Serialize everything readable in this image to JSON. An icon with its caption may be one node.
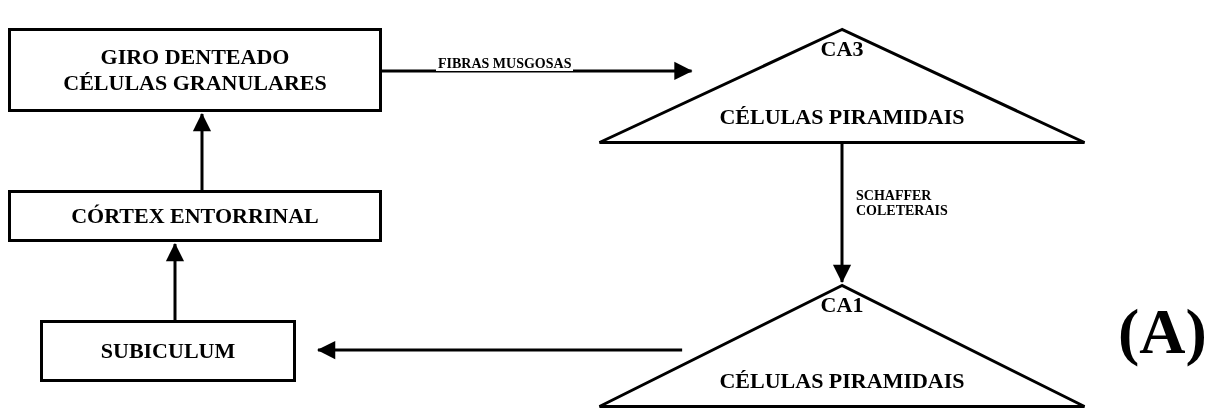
{
  "diagram": {
    "nodes": [
      {
        "text": [
          "GIRO DENTEADO CÉLULAS GRANULARES"
        ]
      },
      {
        "text": [
          "CA3",
          "CÉLULAS PIRAMIDAIS"
        ]
      },
      {
        "text": [
          "CÓRTEX ENTORRINAL"
        ]
      },
      {
        "text": [
          "CA1",
          "CÉLULAS PIRAMIDAIS"
        ]
      },
      {
        "text": [
          "SUBICULUM"
        ]
      }
    ],
    "edges": [
      {
        "from": 0,
        "to": 1,
        "arrow": "to",
        "label": "FIBRAS MUSGOSAS"
      },
      {
        "from": 1,
        "to": 3,
        "arrow": "to",
        "label": "SCHAFFER COLETERAIS"
      },
      {
        "from": 3,
        "to": 4,
        "arrow": "to"
      },
      {
        "from": 4,
        "to": 2,
        "arrow": "to"
      },
      {
        "from": 2,
        "to": 0,
        "arrow": "to"
      }
    ],
    "labels": [
      "(A)"
    ]
  }
}
